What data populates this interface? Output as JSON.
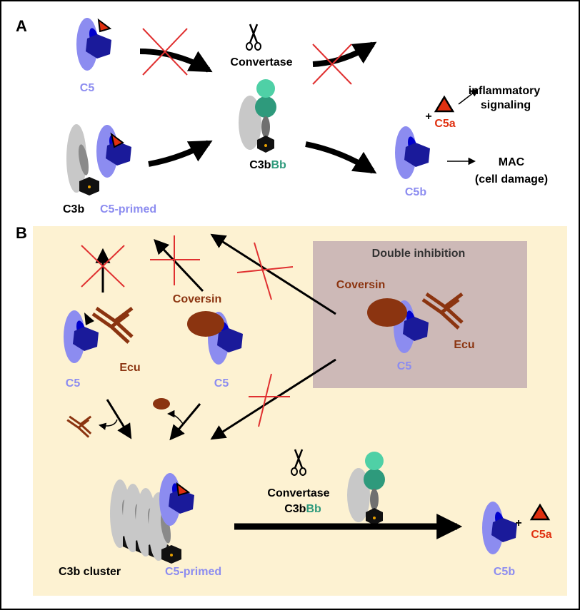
{
  "panel_a": {
    "label": "A",
    "c5": "C5",
    "convertase": "Convertase",
    "inflammatory": "inflammatory",
    "signaling": "signaling",
    "plus": "+",
    "c5a": "C5a",
    "c3bbb_c3b": "C3b",
    "c3bbb_bb": "Bb",
    "mac": "MAC",
    "cell_damage": "(cell damage)",
    "c3b": "C3b",
    "c5_primed": "C5-primed",
    "c5b": "C5b"
  },
  "panel_b": {
    "label": "B",
    "double_inhibition": "Double inhibition",
    "coversin": "Coversin",
    "coversin_double": "Coversin",
    "ecu": "Ecu",
    "ecu_double": "Ecu",
    "c5_left": "C5",
    "c5_mid": "C5",
    "c5_double": "C5",
    "convertase": "Convertase",
    "c3bbb_c3b": "C3b",
    "c3bbb_bb": "Bb",
    "c3b_cluster": "C3b cluster",
    "c5_primed": "C5-primed",
    "c5b": "C5b",
    "plus": "+",
    "c5a": "C5a"
  },
  "colors": {
    "c5_light": "#8c8cf0",
    "c5_dark": "#1a1a9a",
    "c5_mid": "#0000cc",
    "c5a_red": "#e03010",
    "c3b_gray": "#c8c8c8",
    "bb_green": "#2e9a7c",
    "bb_light": "#4fd0a6",
    "coversin_brown": "#8b3410",
    "panel_b_bg": "#fdf2d2",
    "double_box": "#cdb9b7",
    "inhibit_red": "#e03030"
  }
}
